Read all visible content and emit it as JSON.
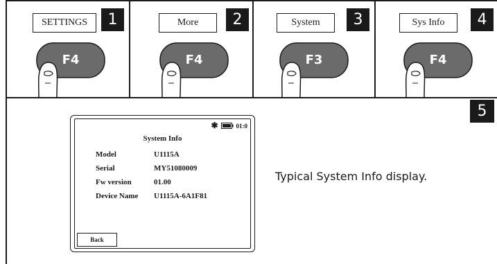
{
  "steps": [
    {
      "number": "1",
      "softkey_label": "SETTINGS",
      "key_label": "F4"
    },
    {
      "number": "2",
      "softkey_label": "More",
      "key_label": "F4"
    },
    {
      "number": "3",
      "softkey_label": "System",
      "key_label": "F3"
    },
    {
      "number": "4",
      "softkey_label": "Sys Info",
      "key_label": "F4"
    }
  ],
  "step5": {
    "number": "5",
    "caption": "Typical System Info display."
  },
  "lcd": {
    "status_icon": "asterisk-icon",
    "clock": "01:0",
    "title": "System Info",
    "rows": [
      {
        "key": "Model",
        "value": "U1115A"
      },
      {
        "key": "Serial",
        "value": "MY51080009"
      },
      {
        "key": "Fw version",
        "value": "01.00"
      },
      {
        "key": "Device Name",
        "value": "U1115A-6A1F81"
      }
    ],
    "back_label": "Back"
  },
  "colors": {
    "ink": "#1a1a1a",
    "key_fill": "#6b6b6b",
    "key_text": "#ffffff"
  }
}
